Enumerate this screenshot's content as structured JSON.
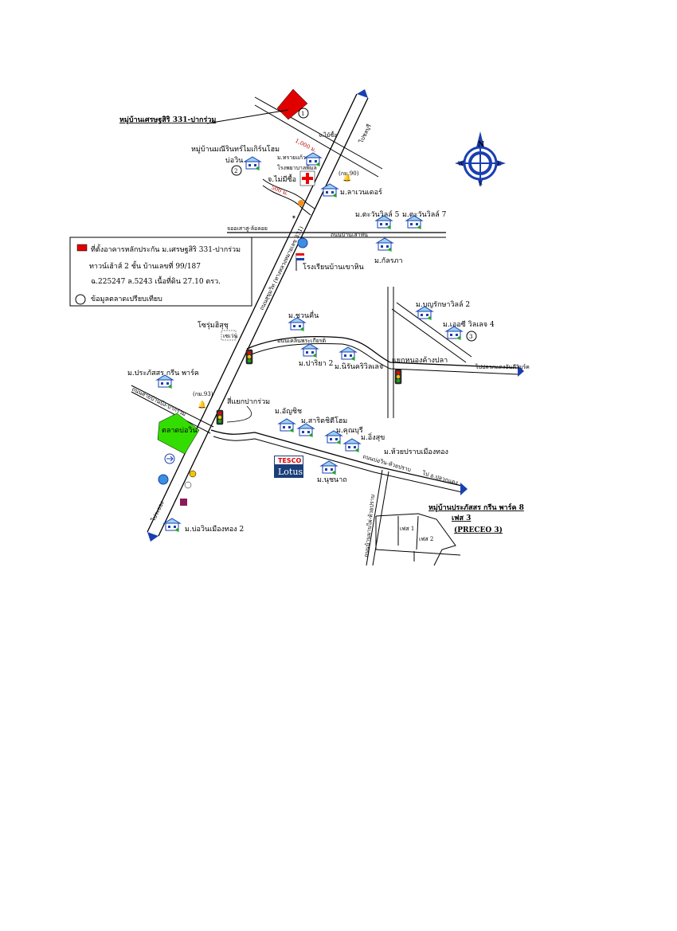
{
  "markers": {
    "site": "1",
    "boin": "2",
    "ac4": "3"
  },
  "labels": {
    "village_331": "หมู่บ้านเศรษฐสิริ 331-ปากร่วม",
    "baan_monsin": "หมู่บ้านมณีรินทร์ไมเกิร์นโฮม",
    "bo_win": "บ่อวิน",
    "to_chonburi": "ไปชลบุรี",
    "khor_mai_si_ue": "จ.ไม้ซื้อ",
    "dist_1000": "1,000 ม.",
    "dist_500": "500 ม.",
    "ko_mai_si_ue_2": "จ.ไม่มีซื้อ",
    "hospital": "โรงพยาบาลพิมล",
    "hospital_sub": "ม.ทรายแก้ว",
    "km90": "(กม.90)",
    "lavender": "ม.ลาเวนเดอร์",
    "tawan5": "ม.ตะวันวิลล์ 5",
    "tawan7": "ม.ตะวันวิลล์ 7",
    "sanamchai_road": "จออเสาสู-ล้อลอย",
    "banbueng_road": "ถนนบ้านเสาหิน",
    "school": "โรงเรียนบ้านเขาหิน",
    "kantara": "ม.กัลรภา",
    "boonrak2": "ม.บุญรักษาวิลล์ 2",
    "ac4": "ม.เออซี วิลเลจ 4",
    "to_pluakdaeng_top": "ไปปลวกแดงอันคีวิบุร์ค",
    "chuankhun": "ม.ชวนคื่น",
    "police": "โซรุ่มฮิสุชุ",
    "nong_kham": "อนนเคลินพระเกียรติ",
    "pariya2": "ม.ปาริยา 2",
    "nirankra": "ม.นิรันคริวิลเลจ",
    "yaek_nong_kha": "แยกหนองค้างปลา",
    "pracha_park": "ม.ประภัสสร กรีน พาร์ค",
    "km93": "(กม.93)",
    "sailam": "สี่แยกปากร่วม",
    "market": "ตลาดบ่อวิน",
    "ekachai_road": "ถนนสายบ้านบึง-ปากร่วม",
    "anyarin": "ม.อัญชิช",
    "saritsiti": "ม.สาริตชิตีโฮม",
    "kucchuri": "ม.คุณบุรี",
    "ingsuk": "ม.อิ่งสุข",
    "huaypra": "ม.ห้วยปราบเมืองทอง",
    "tesco_top": "TESCO",
    "tesco_bottom": "Lotus",
    "nuchnart": "ม.นุชนาถ",
    "to_pluakdaeng": "ไป อ.ปลวกแดง",
    "bottom_road": "ถนนบ่อวิน-ห้วยปราบ",
    "praphat8": "หมู่บ้านประภัสสร กรีน พาร์ค 8",
    "phase3": "เฟส 3",
    "preceo3": "(PRECEO 3)",
    "phase1": "เฟส 1",
    "phase2": "เฟส 2",
    "south_road": "ถนนบ้านมาบไผ่-ห้วยปราบ",
    "to_rayong": "ไประยอง",
    "bowin2": "ม.บ่อวินเมืองทอง 2",
    "main_road": "ถนนสุขุมวิท (ทางหลวงหมายเลข 331)"
  },
  "legend": {
    "line1": "ที่ตั้งอาคารหลักประกัน ม.เศรษฐสิริ 331-ปากร่วม",
    "line2": "ทาวน์เฮ้าส์ 2 ชั้น  บ้านเลขที่ 99/187",
    "line3": "ฉ.225247 ล.5243 เนื้อที่ดิน 27.10 ตรว.",
    "line4": "ข้อมูลตลาดเปรียบเทียบ"
  },
  "compass": {
    "n": "N",
    "s": "S",
    "e": "E",
    "w": "W"
  },
  "colors": {
    "site": "#e00000",
    "market": "#33dd00",
    "compass": "#1a3fb0",
    "arrow": "#1a3fb0"
  }
}
